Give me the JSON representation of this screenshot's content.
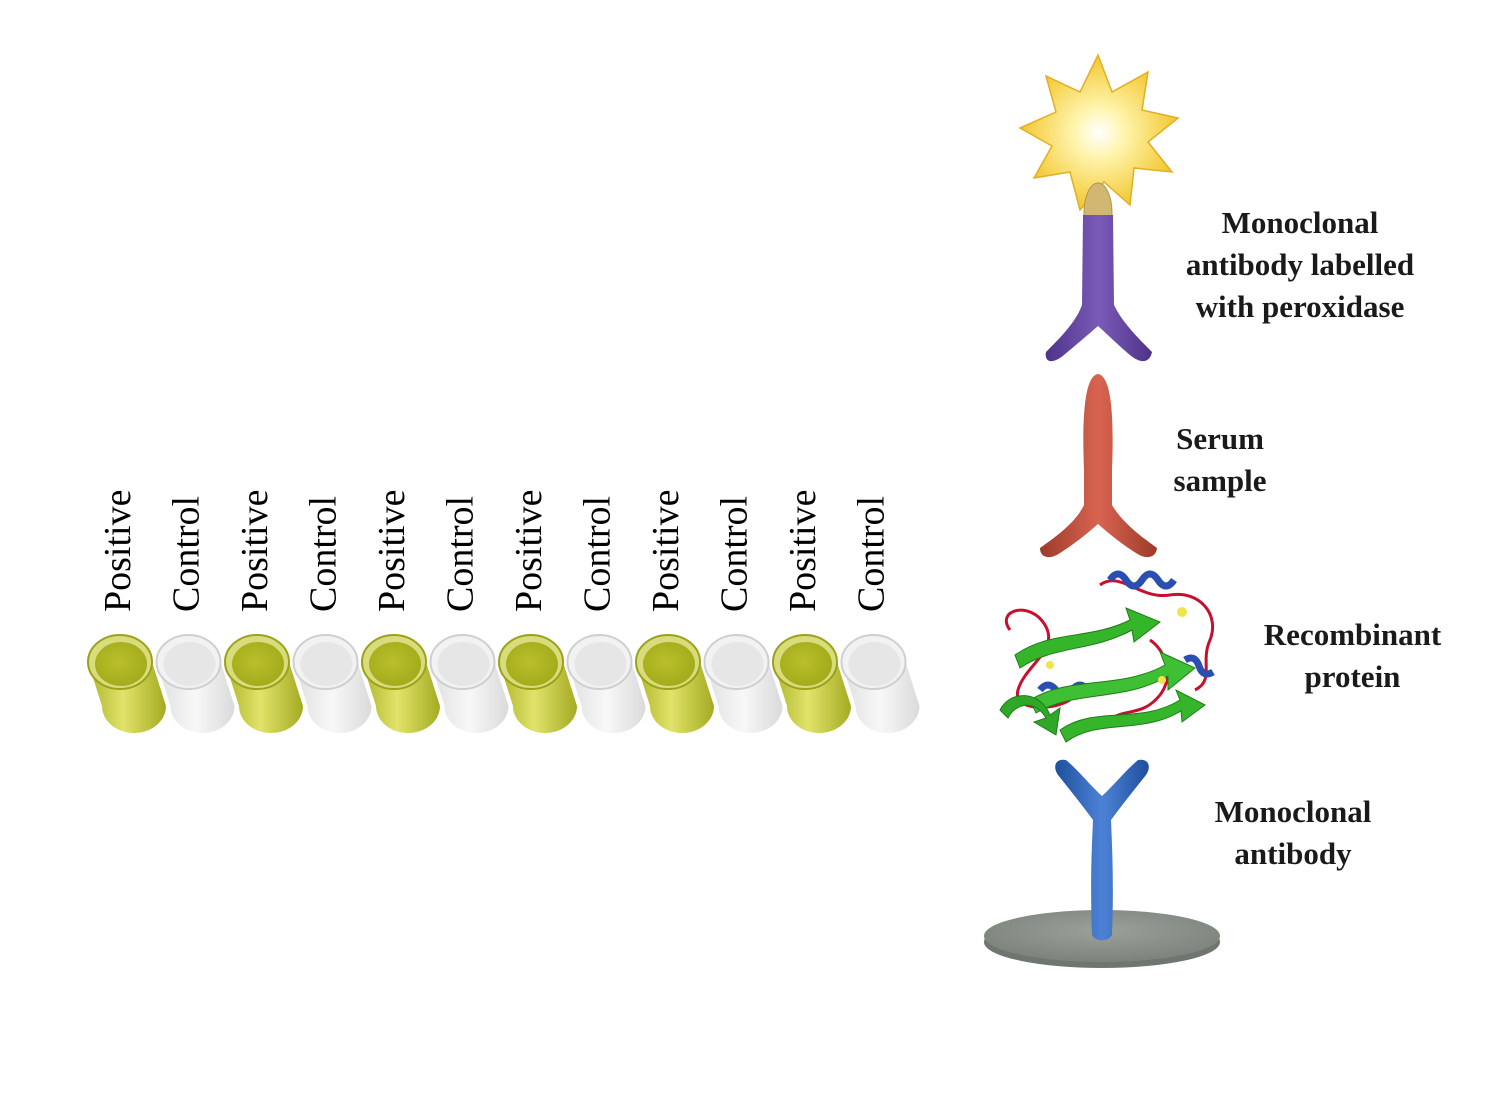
{
  "wells": [
    {
      "label": "Positive",
      "result": "positive"
    },
    {
      "label": "Control",
      "result": "control"
    },
    {
      "label": "Positive",
      "result": "positive"
    },
    {
      "label": "Control",
      "result": "control"
    },
    {
      "label": "Positive",
      "result": "positive"
    },
    {
      "label": "Control",
      "result": "control"
    },
    {
      "label": "Positive",
      "result": "positive"
    },
    {
      "label": "Control",
      "result": "control"
    },
    {
      "label": "Positive",
      "result": "positive"
    },
    {
      "label": "Control",
      "result": "control"
    },
    {
      "label": "Positive",
      "result": "positive"
    },
    {
      "label": "Control",
      "result": "control"
    }
  ],
  "components": {
    "labelled_antibody": {
      "lines": [
        "Monoclonal",
        "antibody labelled",
        "with peroxidase"
      ],
      "icon": "peroxidase-labelled-antibody",
      "color": "#6a4aa0"
    },
    "serum_sample": {
      "lines": [
        "Serum",
        "sample"
      ],
      "icon": "serum-antibody",
      "color": "#c0503a"
    },
    "recombinant_protein": {
      "lines": [
        "Recombinant",
        "protein"
      ],
      "icon": "protein-ribbon",
      "color": "#3fb83a"
    },
    "capture_antibody": {
      "lines": [
        "Monoclonal",
        "antibody"
      ],
      "icon": "capture-antibody",
      "color": "#2f63b8"
    }
  },
  "colors": {
    "positive_fill": "#c9cc2c",
    "control_fill": "#ebebeb",
    "plate": "#8a918a",
    "signal": "#f6d84a"
  }
}
